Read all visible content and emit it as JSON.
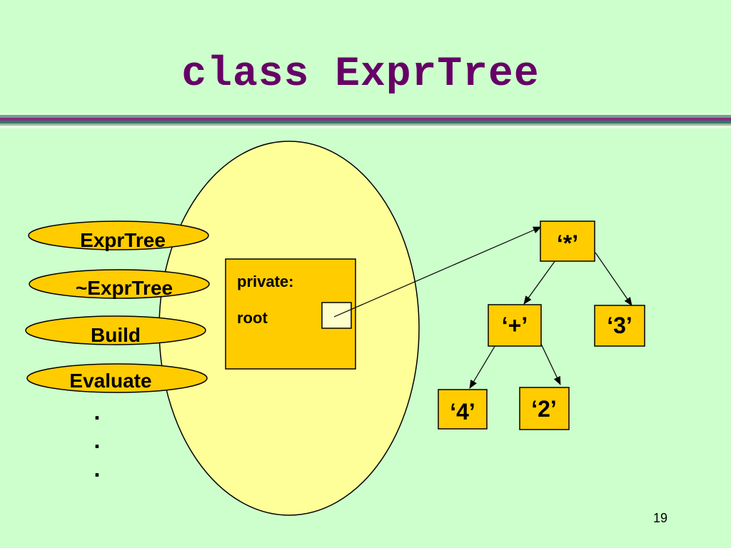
{
  "title": "class ExprTree",
  "methods": [
    "ExprTree",
    "~ExprTree",
    "Build",
    "Evaluate"
  ],
  "ellipsis": [
    ".",
    ".",
    "."
  ],
  "private_box": {
    "label": "private:",
    "field": "root"
  },
  "tree": {
    "root": "‘*’",
    "left": "‘+’",
    "right": "‘3’",
    "left_left": "‘4’",
    "left_right": "‘2’"
  },
  "page_number": "19",
  "colors": {
    "background": "#ccffcc",
    "title": "#660066",
    "ellipse_fill": "#ffff99",
    "method_fill": "#ffcc00",
    "node_fill": "#ffcc00",
    "pointer_fill": "#ffffcc"
  }
}
